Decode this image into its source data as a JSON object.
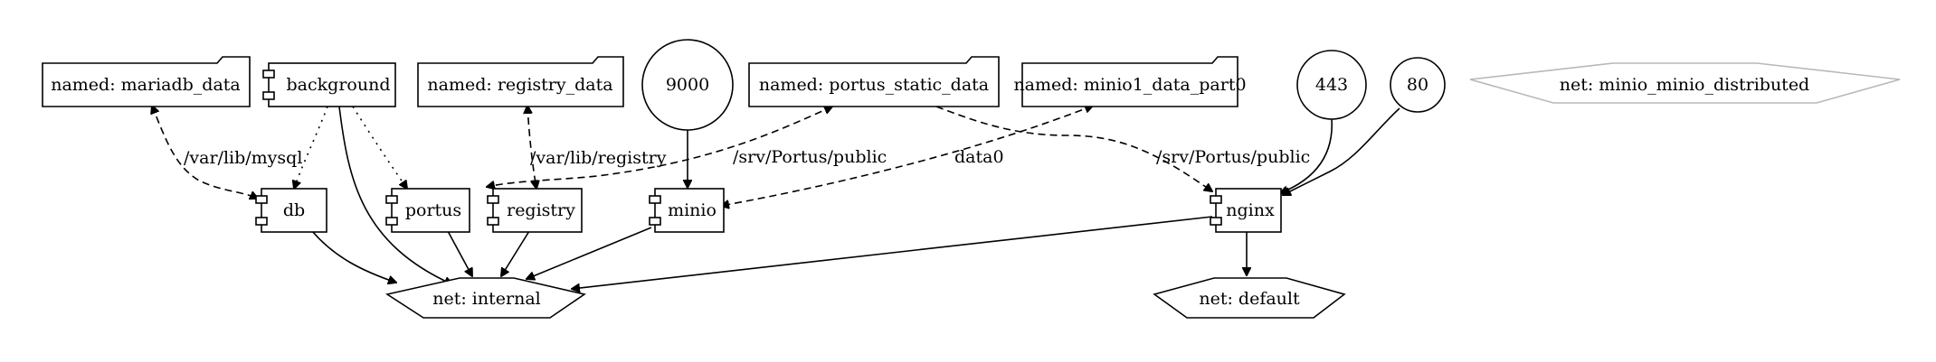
{
  "nodes": {
    "mariadb_data": "named: mariadb_data",
    "background": "background",
    "registry_data": "named: registry_data",
    "port_9000": "9000",
    "portus_static_data": "named: portus_static_data",
    "minio1_data_part0": "named: minio1_data_part0",
    "port_443": "443",
    "port_80": "80",
    "net_minio_distributed": "net: minio_minio_distributed",
    "db": "db",
    "portus": "portus",
    "registry": "registry",
    "minio": "minio",
    "nginx": "nginx",
    "net_internal": "net: internal",
    "net_default": "net: default"
  },
  "edge_labels": {
    "mysql": "/var/lib/mysql",
    "registry": "/var/lib/registry",
    "portus_public_1": "/srv/Portus/public",
    "data0": "data0",
    "portus_public_2": "/srv/Portus/public"
  }
}
